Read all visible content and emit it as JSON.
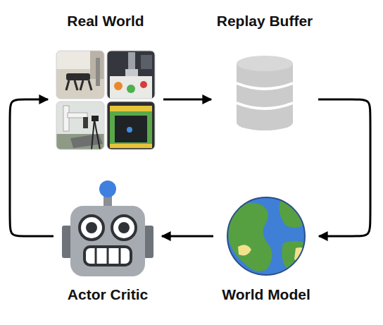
{
  "diagram": {
    "nodes": [
      {
        "text": [
          "Real World"
        ]
      },
      {
        "text": [
          "Replay Buffer"
        ]
      },
      {
        "text": [
          "Actor Critic"
        ]
      },
      {
        "text": [
          "World Model"
        ]
      }
    ],
    "edges": [
      {
        "from": 0,
        "to": 1,
        "arrow": "to"
      },
      {
        "from": 1,
        "to": 3,
        "arrow": "to"
      },
      {
        "from": 3,
        "to": 2,
        "arrow": "to"
      },
      {
        "from": 2,
        "to": 0,
        "arrow": "to"
      }
    ]
  }
}
